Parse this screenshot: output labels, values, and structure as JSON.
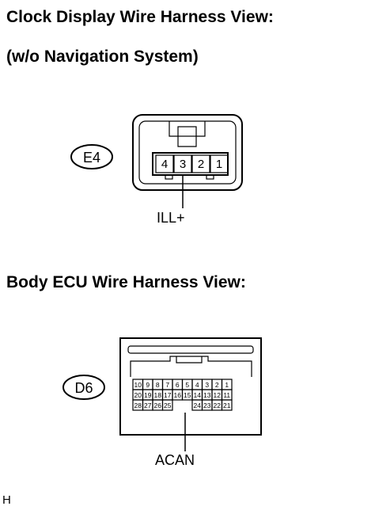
{
  "headings": {
    "clock": "Clock Display Wire Harness View:",
    "clock_note": "(w/o Navigation System)",
    "body": "Body ECU Wire Harness View:"
  },
  "e4": {
    "id": "E4",
    "pins": [
      "4",
      "3",
      "2",
      "1"
    ],
    "signal": "ILL+"
  },
  "d6": {
    "id": "D6",
    "row1": [
      "10",
      "9",
      "8",
      "7",
      "6",
      "5",
      "4",
      "3",
      "2",
      "1"
    ],
    "row2": [
      "20",
      "19",
      "18",
      "17",
      "16",
      "15",
      "14",
      "13",
      "12",
      "11"
    ],
    "row3_left": [
      "28",
      "27",
      "26",
      "25"
    ],
    "row3_right": [
      "24",
      "23",
      "22",
      "21"
    ],
    "signal": "ACAN"
  },
  "footer": "H"
}
